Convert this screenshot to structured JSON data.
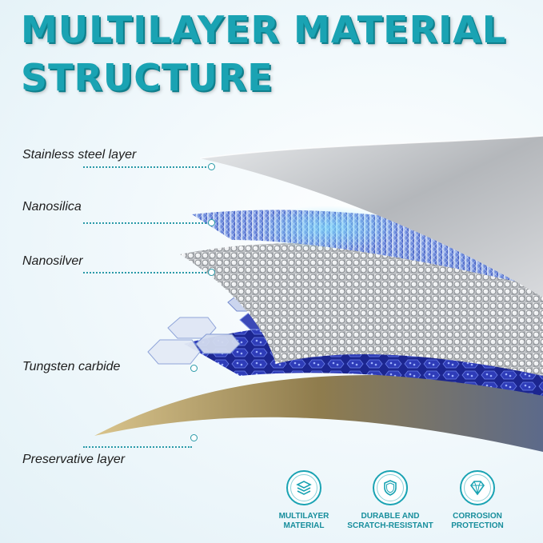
{
  "heading": {
    "line1": "MULTILAYER MATERIAL",
    "line2": "STRUCTURE"
  },
  "layers": [
    {
      "label": "Stainless steel layer"
    },
    {
      "label": "Nanosilica"
    },
    {
      "label": "Nanosilver"
    },
    {
      "label": "Tungsten carbide"
    },
    {
      "label": "Preservative layer"
    }
  ],
  "features": [
    {
      "icon": "layers-icon",
      "line1": "MULTILAYER",
      "line2": "MATERIAL"
    },
    {
      "icon": "shield-icon",
      "line1": "DURABLE AND",
      "line2": "SCRATCH-RESISTANT"
    },
    {
      "icon": "diamond-icon",
      "line1": "CORROSION",
      "line2": "PROTECTION"
    }
  ],
  "colors": {
    "accent": "#1aa3b3",
    "steel": "#b9bcbf",
    "nanosilica": "#5c7fd6",
    "nanosilver": "#c9ccd0",
    "tungsten": "#2a37a8",
    "preservative": "#b8a26a"
  }
}
